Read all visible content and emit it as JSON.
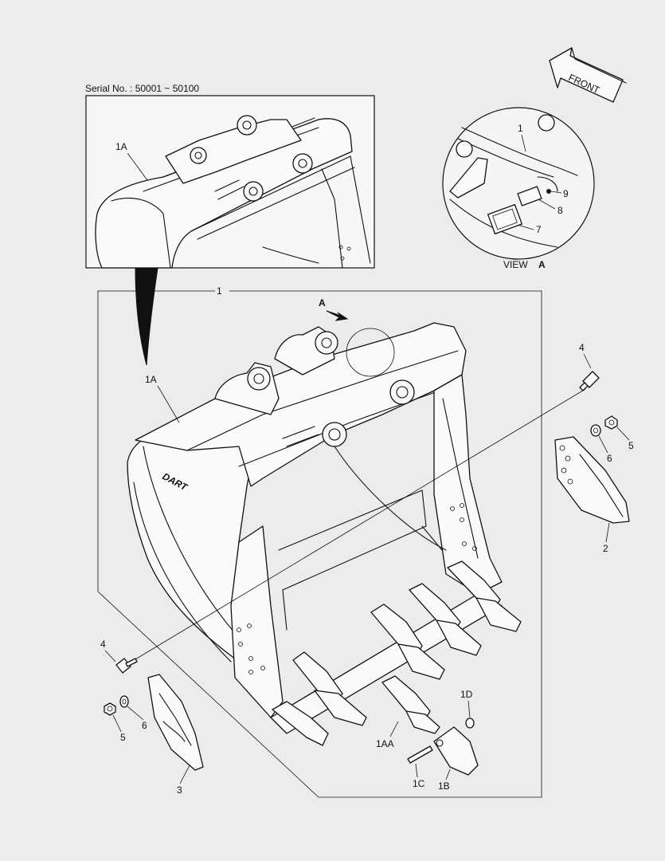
{
  "serial": "Serial No. : 50001 ~ 50100",
  "front_label": "FRONT",
  "view_a": {
    "prefix": "VIEW",
    "letter": "A"
  },
  "arrow_a": "A",
  "brand": "DART",
  "callouts": {
    "c1_main": "1",
    "c1_view": "1",
    "c1a_top": "1A",
    "c1a_main": "1A",
    "c1aa": "1AA",
    "c1b": "1B",
    "c1c": "1C",
    "c1d": "1D",
    "c2": "2",
    "c3": "3",
    "c4_right": "4",
    "c4_left": "4",
    "c5_right": "5",
    "c5_left": "5",
    "c6_right": "6",
    "c6_left": "6",
    "c7": "7",
    "c8": "8",
    "c9": "9"
  }
}
